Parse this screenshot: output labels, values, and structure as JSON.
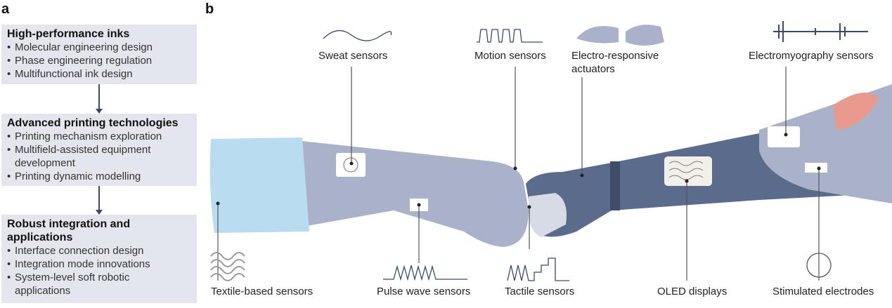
{
  "panel_a": {
    "letter": "a",
    "boxes": [
      {
        "title": "High-performance inks",
        "items": [
          "Molecular engineering design",
          "Phase engineering regulation",
          "Multifunctional ink design"
        ]
      },
      {
        "title": "Advanced printing technologies",
        "items": [
          "Printing mechanism exploration",
          "Multifield-assisted equipment development",
          "Printing dynamic modelling"
        ]
      },
      {
        "title": "Robust integration and applications",
        "items": [
          "Interface connection design",
          "Integration mode innovations",
          "System-level soft robotic applications"
        ]
      }
    ]
  },
  "panel_b": {
    "letter": "b",
    "labels": {
      "sweat": "Sweat sensors",
      "motion": "Motion sensors",
      "actuators": "Electro-responsive actuators",
      "emg": "Electromyography sensors",
      "textile": "Textile-based sensors",
      "pulse": "Pulse wave sensors",
      "tactile": "Tactile sensors",
      "oled": "OLED displays",
      "electrodes": "Stimulated electrodes"
    }
  },
  "colors": {
    "box_bg": "#e3e6ed",
    "human_arm": "#a9b2c8",
    "sleeve": "#b9dcf0",
    "robot_arm": "#5b6b8b",
    "line": "#3c4a66"
  }
}
